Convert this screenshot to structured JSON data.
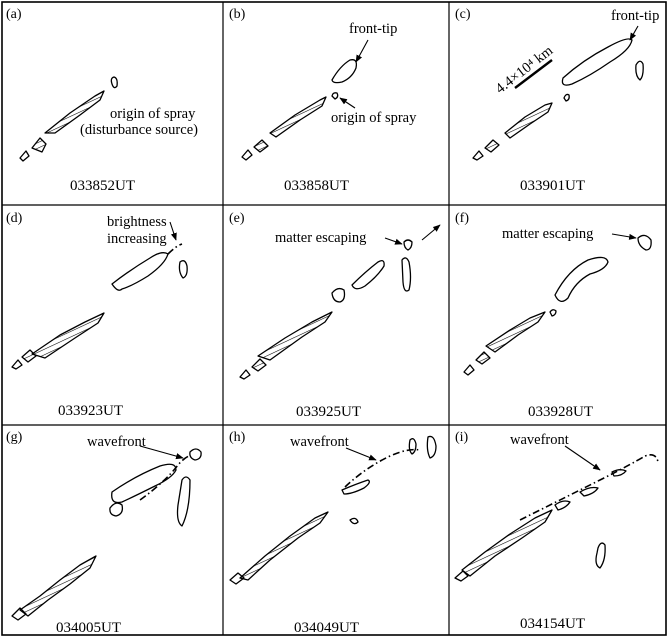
{
  "panels": [
    {
      "tag": "(a)",
      "time": "033852UT",
      "annotations": [
        "origin of spray",
        "(disturbance source)"
      ]
    },
    {
      "tag": "(b)",
      "time": "033858UT",
      "annotations": [
        "front-tip",
        "origin of spray"
      ]
    },
    {
      "tag": "(c)",
      "time": "033901UT",
      "annotations": [
        "front-tip"
      ],
      "scale": "4.4×10⁴ km"
    },
    {
      "tag": "(d)",
      "time": "033923UT",
      "annotations": [
        "brightness",
        "increasing"
      ]
    },
    {
      "tag": "(e)",
      "time": "033925UT",
      "annotations": [
        "matter escaping"
      ]
    },
    {
      "tag": "(f)",
      "time": "033928UT",
      "annotations": [
        "matter escaping"
      ]
    },
    {
      "tag": "(g)",
      "time": "034005UT",
      "annotations": [
        "wavefront"
      ]
    },
    {
      "tag": "(h)",
      "time": "034049UT",
      "annotations": [
        "wavefront"
      ]
    },
    {
      "tag": "(i)",
      "time": "034154UT",
      "annotations": [
        "wavefront"
      ]
    }
  ]
}
